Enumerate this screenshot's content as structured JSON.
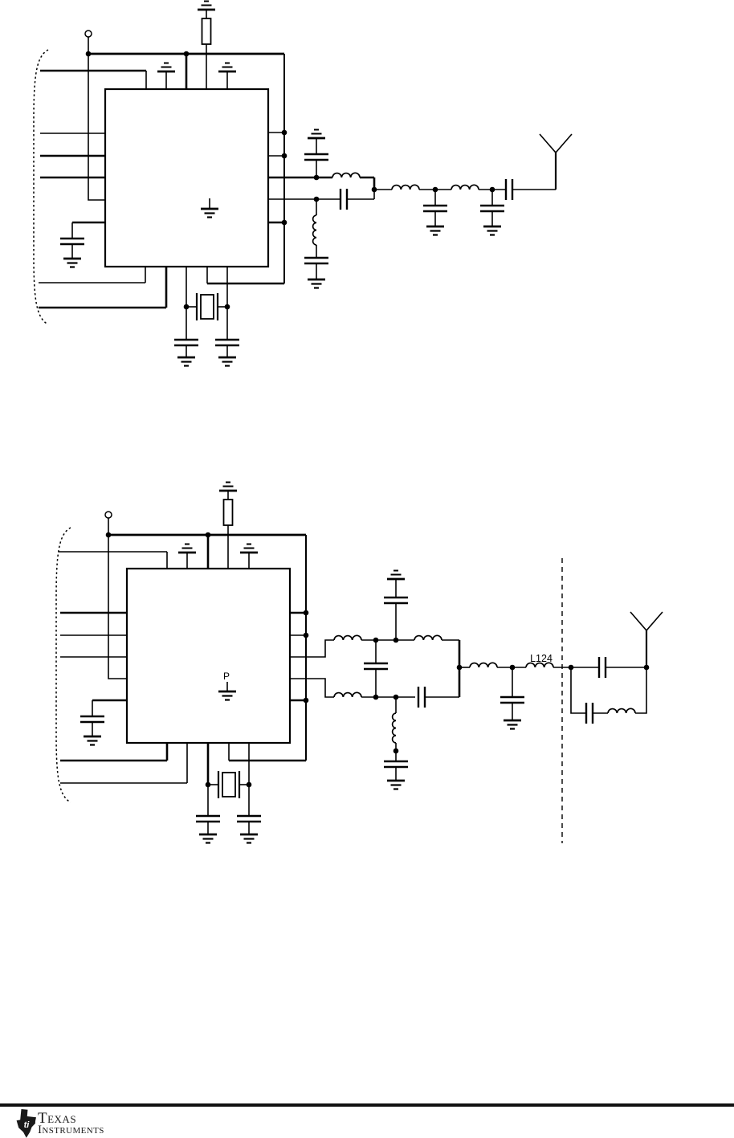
{
  "page": {
    "ink_color": "#000000",
    "paper_color": "#ffffff"
  },
  "schematic_bottom": {
    "exposed_pad_label": "P",
    "inductor_label": "L124"
  },
  "footer": {
    "brand_line1": "Texas",
    "brand_line2": "Instruments",
    "monogram": "ti"
  }
}
